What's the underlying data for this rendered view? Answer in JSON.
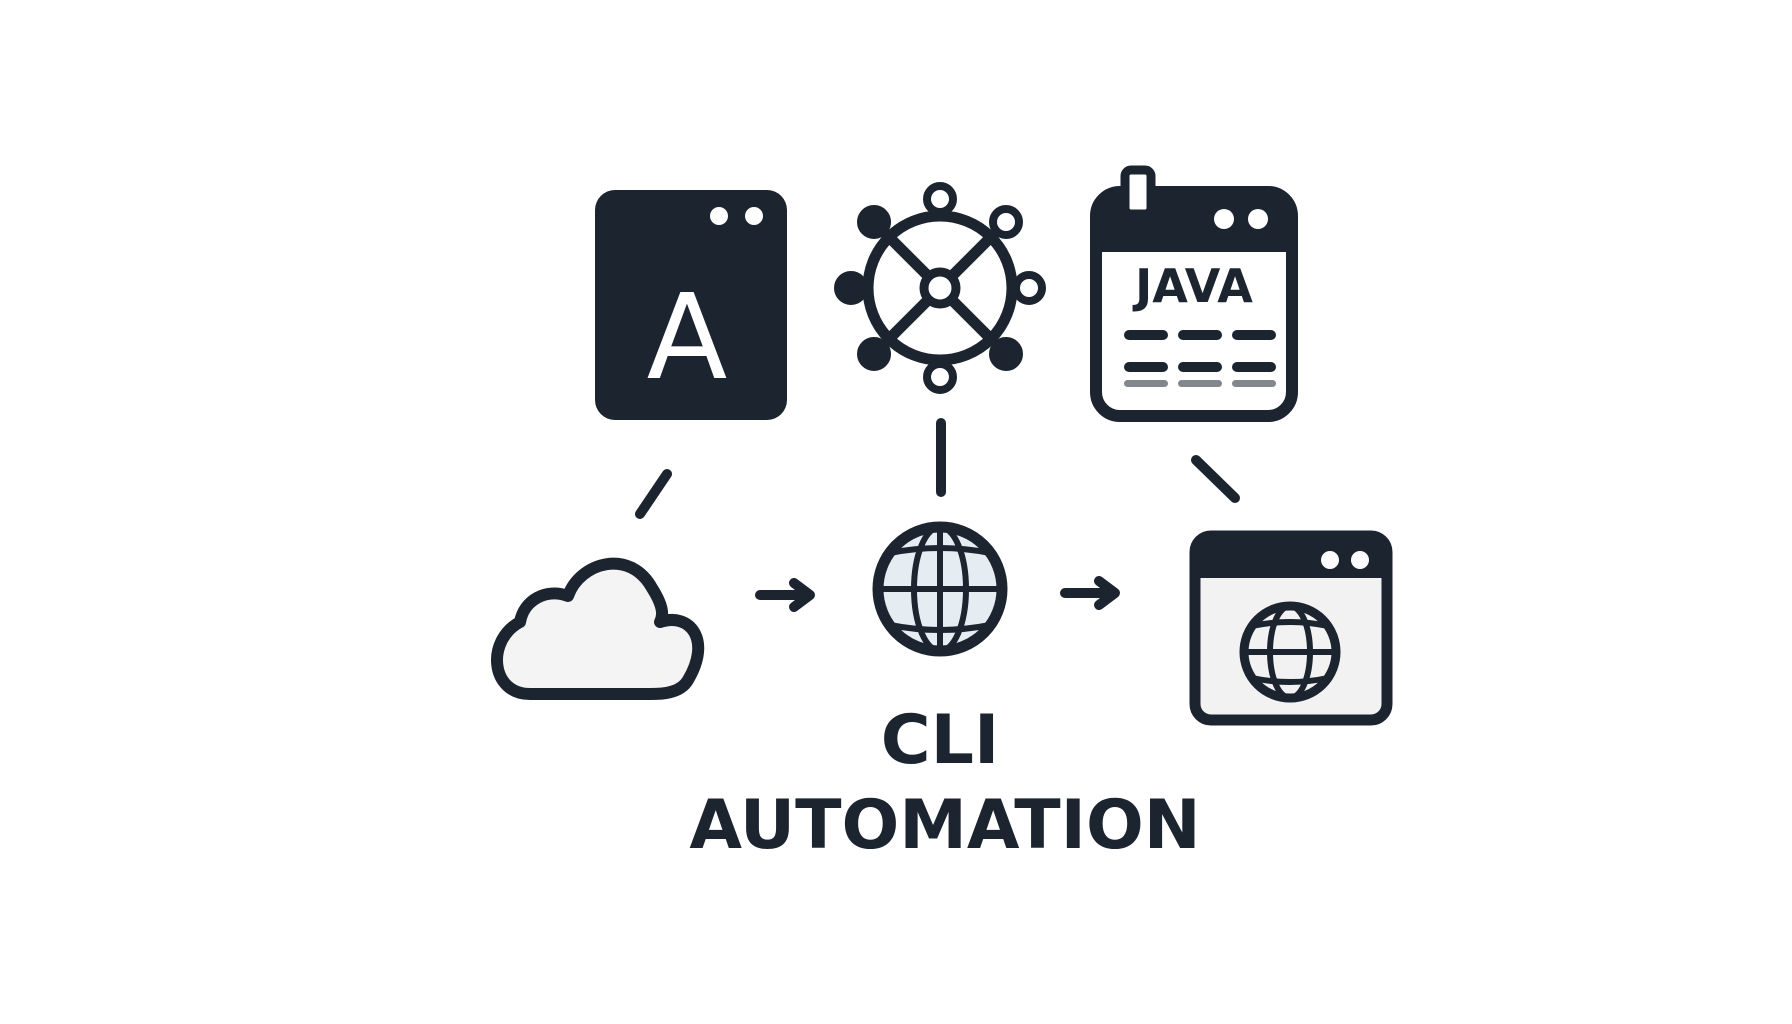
{
  "colors": {
    "ink": "#1c2430",
    "background": "#ffffff",
    "glass": "#e6edf2"
  },
  "nodes": {
    "app_window": {
      "icon": "app-window-icon",
      "letter": "A"
    },
    "network_hub": {
      "icon": "network-hub-icon"
    },
    "java_calendar": {
      "icon": "calendar-icon",
      "label": "JAVA"
    },
    "cloud": {
      "icon": "cloud-icon"
    },
    "globe": {
      "icon": "globe-icon"
    },
    "browser_window": {
      "icon": "browser-globe-icon"
    }
  },
  "caption": {
    "line1": "CLI",
    "line2": "AUTOMATION"
  }
}
